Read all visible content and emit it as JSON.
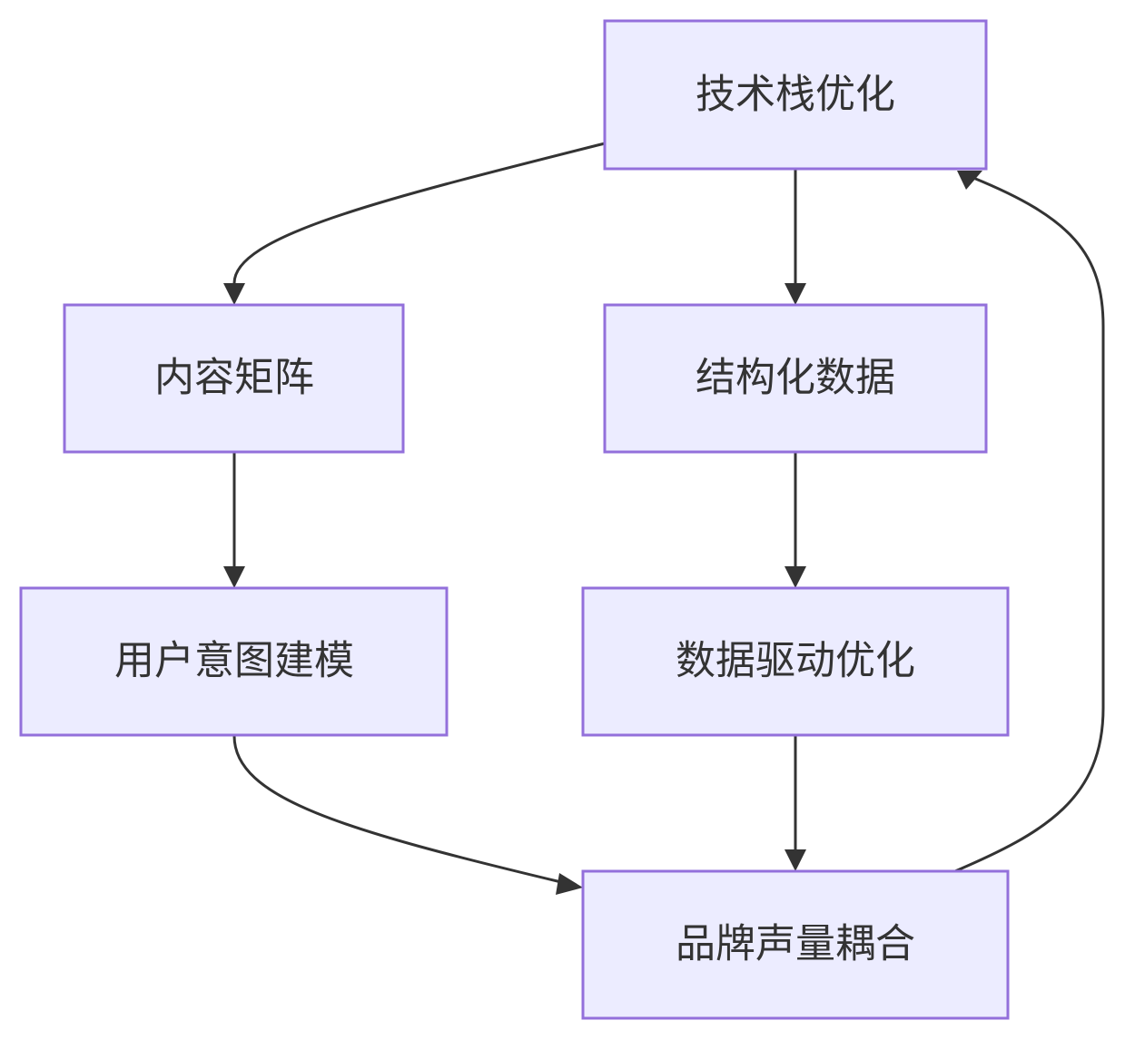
{
  "nodes": {
    "tech_stack": {
      "label": "技术栈优化"
    },
    "content_matrix": {
      "label": "内容矩阵"
    },
    "structured_data": {
      "label": "结构化数据"
    },
    "user_intent": {
      "label": "用户意图建模"
    },
    "data_driven": {
      "label": "数据驱动优化"
    },
    "brand_voice": {
      "label": "品牌声量耦合"
    }
  },
  "edges": [
    {
      "from": "tech_stack",
      "to": "content_matrix"
    },
    {
      "from": "tech_stack",
      "to": "structured_data"
    },
    {
      "from": "content_matrix",
      "to": "user_intent"
    },
    {
      "from": "structured_data",
      "to": "data_driven"
    },
    {
      "from": "user_intent",
      "to": "brand_voice"
    },
    {
      "from": "data_driven",
      "to": "brand_voice"
    },
    {
      "from": "brand_voice",
      "to": "tech_stack"
    }
  ],
  "colors": {
    "node_fill": "#ECECFF",
    "node_stroke": "#9370DB",
    "edge": "#333333",
    "text": "#333333"
  }
}
